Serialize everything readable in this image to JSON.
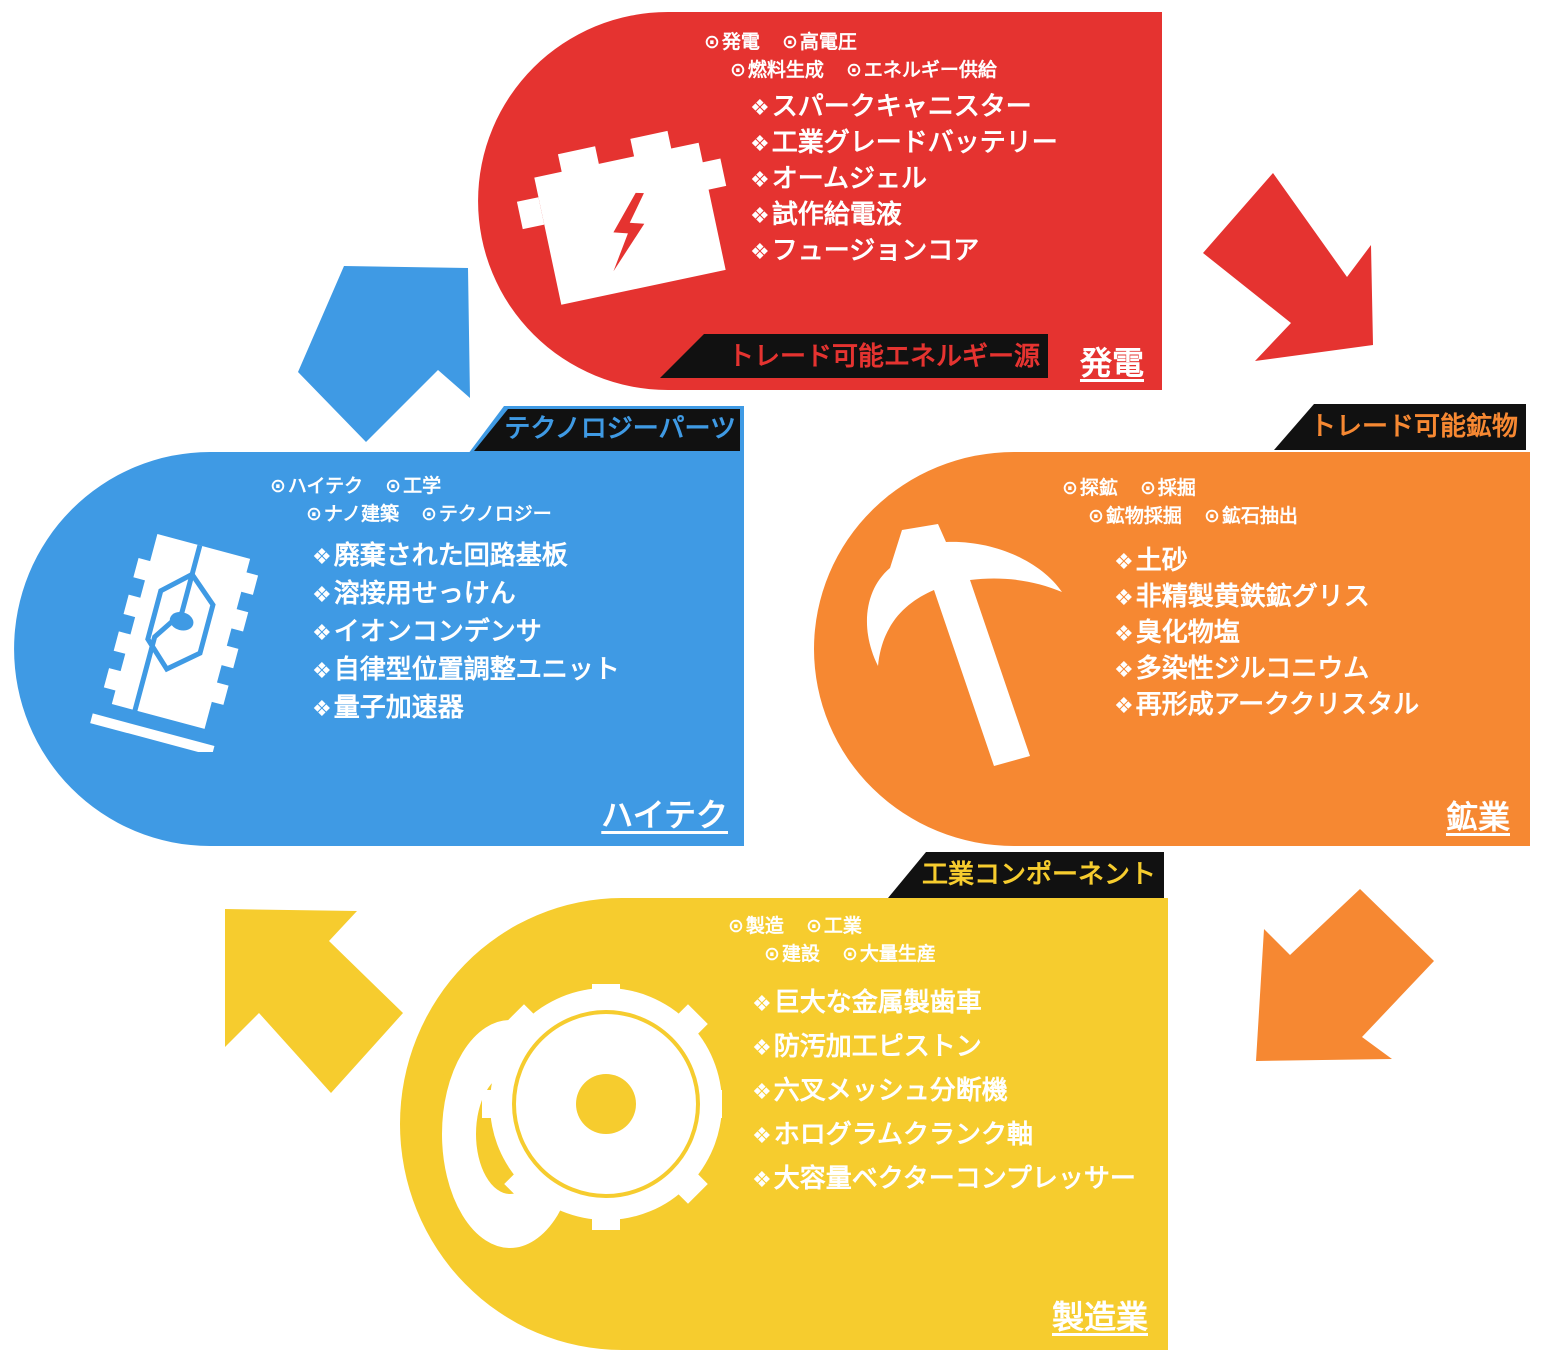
{
  "colors": {
    "power": "#e53330",
    "mining": "#f68832",
    "manufacturing": "#f6cc2e",
    "hightech": "#3f9ae4",
    "dark": "#111111"
  },
  "power": {
    "tags": [
      "発電",
      "高電圧",
      "燃料生成",
      "エネルギー供給"
    ],
    "items": [
      "スパークキャニスター",
      "工業グレードバッテリー",
      "オームジェル",
      "試作給電液",
      "フュージョンコア"
    ],
    "badge": "トレード可能エネルギー源",
    "sector": "発電",
    "icon": "battery-icon"
  },
  "mining": {
    "badge": "トレード可能鉱物",
    "tags": [
      "探鉱",
      "採掘",
      "鉱物採掘",
      "鉱石抽出"
    ],
    "items": [
      "土砂",
      "非精製黄鉄鉱グリス",
      "臭化物塩",
      "多染性ジルコニウム",
      "再形成アーククリスタル"
    ],
    "sector": "鉱業",
    "icon": "pickaxe-icon"
  },
  "manufacturing": {
    "badge": "工業コンポーネント",
    "tags": [
      "製造",
      "工業",
      "建設",
      "大量生産"
    ],
    "items": [
      "巨大な金属製歯車",
      "防汚加工ピストン",
      "六叉メッシュ分断機",
      "ホログラムクランク軸",
      "大容量ベクターコンプレッサー"
    ],
    "sector": "製造業",
    "icon": "gears-icon"
  },
  "hightech": {
    "badge": "テクノロジーパーツ",
    "tags": [
      "ハイテク",
      "工学",
      "ナノ建築",
      "テクノロジー"
    ],
    "items": [
      "廃棄された回路基板",
      "溶接用せっけん",
      "イオンコンデンサ",
      "自律型位置調整ユニット",
      "量子加速器"
    ],
    "sector": "ハイテク",
    "icon": "circuit-board-icon"
  }
}
